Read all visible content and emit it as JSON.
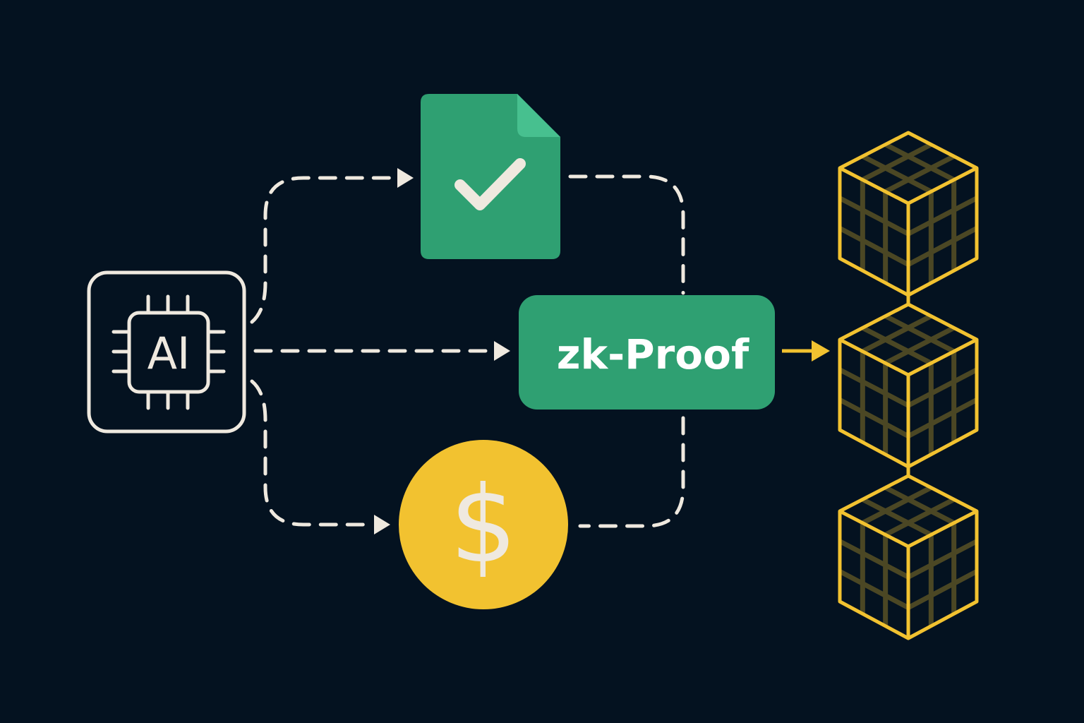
{
  "diagram": {
    "ai_chip": {
      "label": "AI",
      "icon": "ai-chip-icon"
    },
    "document": {
      "icon": "verified-document-icon"
    },
    "coin": {
      "label": "$",
      "icon": "dollar-coin-icon"
    },
    "proof": {
      "label": "zk-Proof"
    },
    "blockchain": {
      "icon": "blockchain-cubes-icon",
      "block_count": 3
    }
  },
  "colors": {
    "background": "#041220",
    "line": "#efe9df",
    "green": "#2fa072",
    "green_fold": "#47c08f",
    "yellow": "#f2c230"
  }
}
